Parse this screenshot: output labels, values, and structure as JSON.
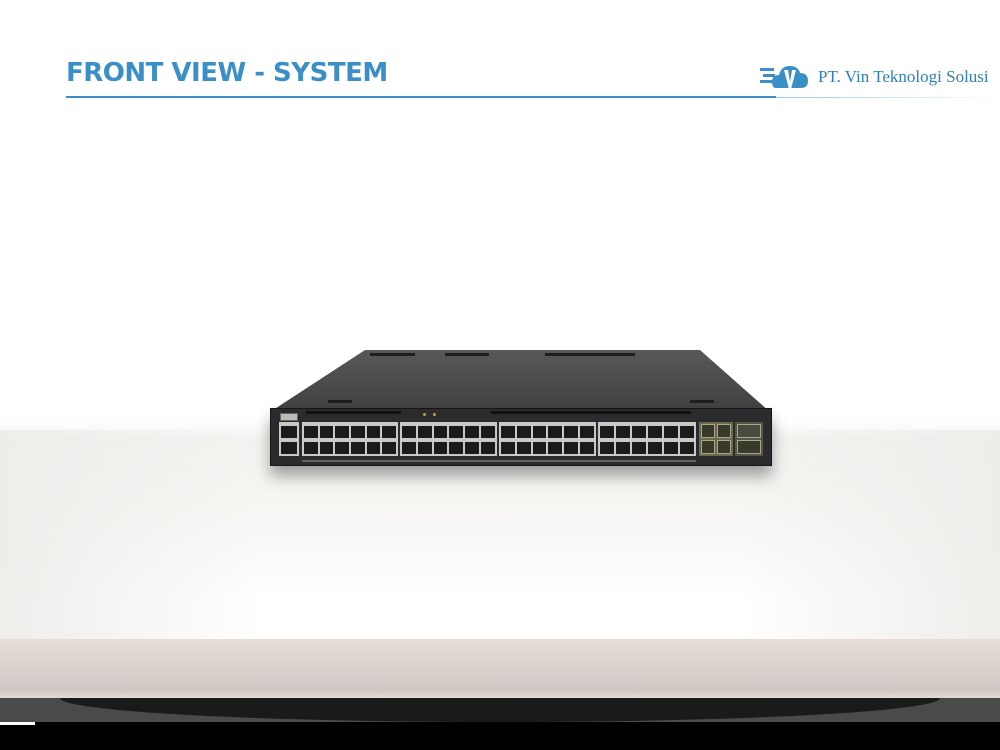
{
  "slide": {
    "title": "FRONT VIEW - SYSTEM",
    "accent_color": "#3a8fc7"
  },
  "logo": {
    "icon": "cloud-v-logo-icon",
    "company_name": "PT. Vin Teknologi Solusi"
  },
  "image": {
    "subject": "48-port rack-mount network switch, front view",
    "rj45_ports": 48,
    "rj45_groups": 4,
    "ports_per_group": 12,
    "management_ports": 2,
    "sfp_cages": 4,
    "qsfp_cages": 2,
    "usb_ports": 1
  }
}
